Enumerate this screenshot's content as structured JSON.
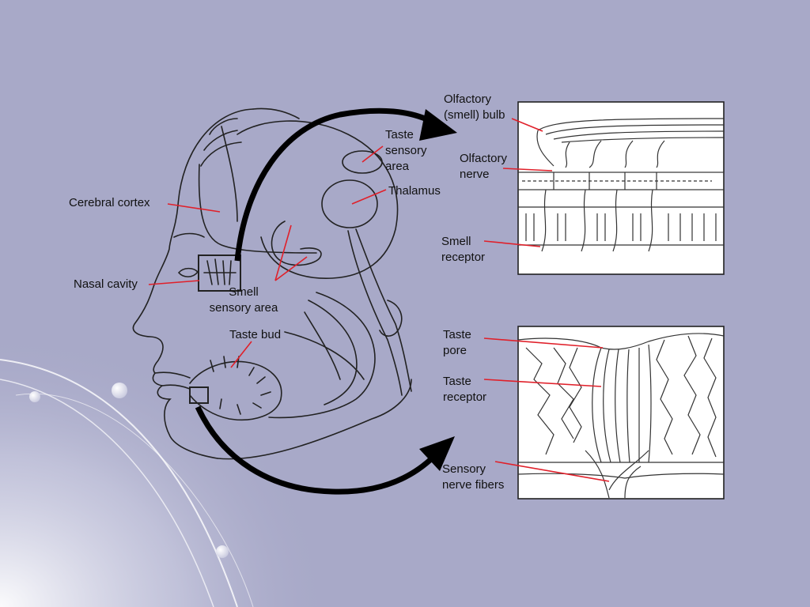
{
  "labels": {
    "cerebral_cortex": "Cerebral cortex",
    "nasal_cavity": "Nasal cavity",
    "smell_sensory_area": [
      "Smell",
      "sensory area"
    ],
    "taste_bud": "Taste bud",
    "taste_sensory_area": [
      "Taste",
      "sensory",
      "area"
    ],
    "thalamus": "Thalamus",
    "olfactory_bulb": [
      "Olfactory",
      "(smell) bulb"
    ],
    "olfactory_nerve": [
      "Olfactory",
      "nerve"
    ],
    "smell_receptor": [
      "Smell",
      "receptor"
    ],
    "taste_pore": [
      "Taste",
      "pore"
    ],
    "taste_receptor": [
      "Taste",
      "receptor"
    ],
    "sensory_nerve_fibers": [
      "Sensory",
      "nerve fibers"
    ]
  },
  "colors": {
    "background": "#a8a9c8",
    "leader_line": "#e0202a",
    "drawing": "#2a2a2a",
    "inset_fill": "#ffffff"
  }
}
